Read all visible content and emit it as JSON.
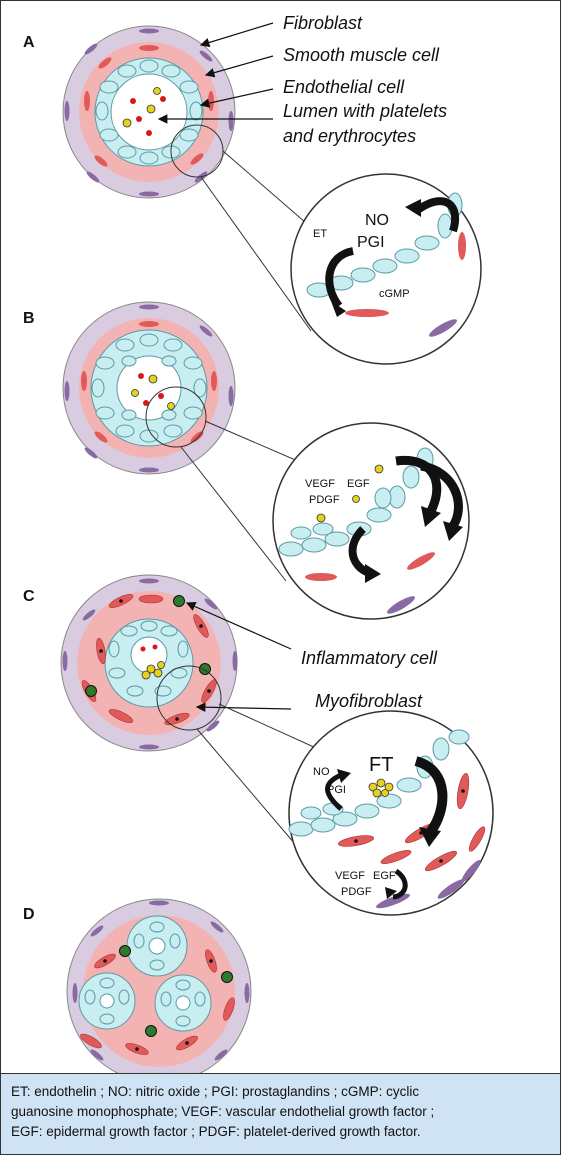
{
  "panels": {
    "a": "A",
    "b": "B",
    "c": "C",
    "d": "D"
  },
  "labels": {
    "fibroblast": "Fibroblast",
    "smooth_muscle": "Smooth muscle cell",
    "endothelial": "Endothelial cell",
    "lumen_line1": "Lumen with platelets",
    "lumen_line2": "and erythrocytes",
    "inflammatory": "Inflammatory cell",
    "myofibroblast": "Myofibroblast"
  },
  "zoom_a": {
    "et": "ET",
    "no": "NO",
    "pgi": "PGI",
    "cgmp": "cGMP"
  },
  "zoom_b": {
    "vegf": "VEGF",
    "pdgf": "PDGF",
    "egf": "EGF"
  },
  "zoom_c": {
    "no": "NO",
    "pgi": "PGI",
    "ft": "FT",
    "vegf": "VEGF",
    "egf": "EGF",
    "pdgf": "PDGF"
  },
  "caption": {
    "line1": "ET: endothelin ; NO: nitric oxide ; PGI: prostaglandins ; cGMP: cyclic",
    "line2": "guanosine monophosphate; VEGF: vascular endothelial growth factor ;",
    "line3": "EGF: epidermal growth factor ; PDGF: platelet-derived growth factor."
  },
  "colors": {
    "adventitia": "#d9cce0",
    "media": "#f4b3b3",
    "endothelium": "#c8eef2",
    "erythrocyte": "#d8181b",
    "platelet": "#e6d21c",
    "fibroblast": "#8a6aa3",
    "smooth_muscle": "#e05a5a",
    "inflammatory": "#2d7a2d",
    "caption_bg": "#cfe3f5"
  }
}
